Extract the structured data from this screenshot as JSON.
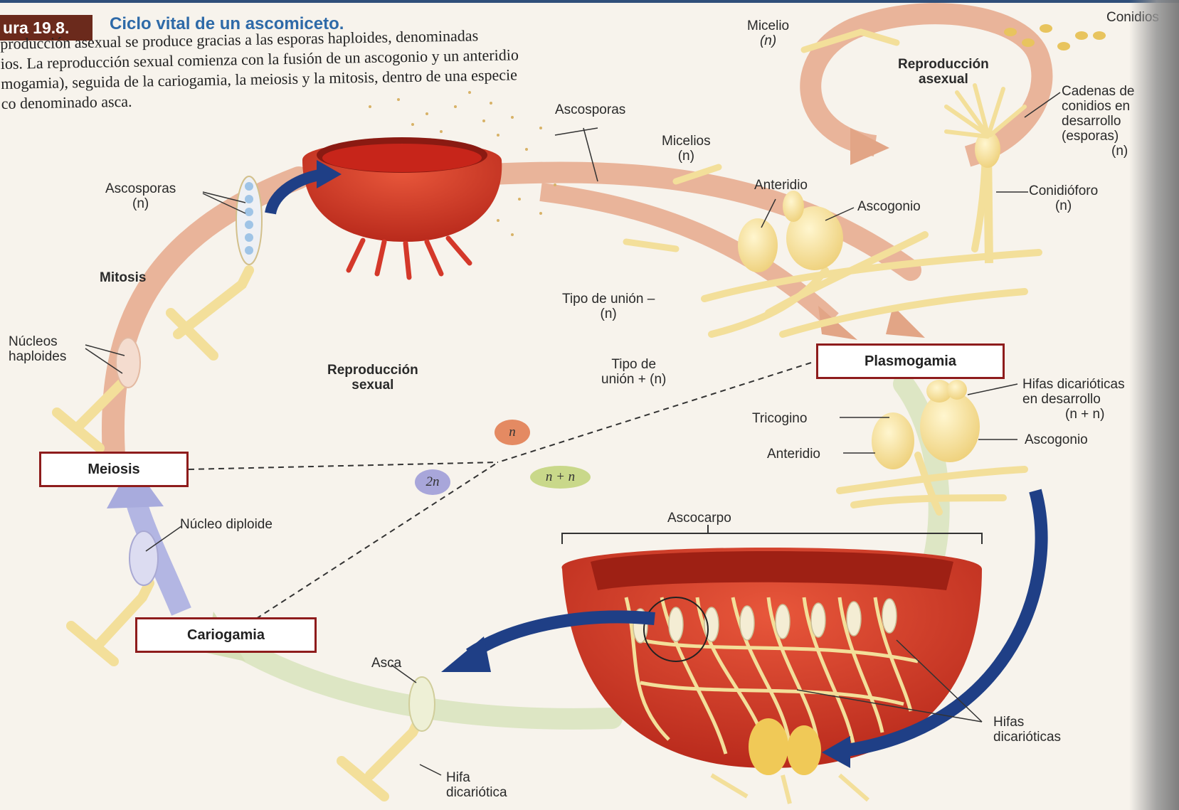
{
  "figure": {
    "badge": "ura 19.8.",
    "title": "Ciclo vital de un ascomiceto.",
    "caption_lines": [
      "producción asexual se produce gracias a las esporas haploides, denominadas",
      "ios. La reproducción sexual comienza con la fusión de un ascogonio y un anteridio",
      "mogamia), seguida de la cariogamia, la meiosis y la mitosis, dentro de una especie",
      "co denominado asca."
    ]
  },
  "labels": {
    "conidios": "Conidios",
    "micelio": [
      "Micelio",
      "(n)"
    ],
    "reproduccion_asexual": [
      "Reproducción",
      "asexual"
    ],
    "cadenas_conidios": [
      "Cadenas de",
      "conidios en",
      "desarrollo",
      "(esporas)",
      "(n)"
    ],
    "ascosporas_top": "Ascosporas",
    "micelios": [
      "Micelios",
      "(n)"
    ],
    "anteridio_top": "Anteridio",
    "ascogonio_top": "Ascogonio",
    "conidioforo": [
      "Conidióforo",
      "(n)"
    ],
    "ascosporas_left": [
      "Ascosporas",
      "(n)"
    ],
    "mitosis": "Mitosis",
    "nucleos_haploides": [
      "Núcleos",
      "haploides"
    ],
    "tipo_union_minus": [
      "Tipo de unión –",
      "(n)"
    ],
    "tipo_union_plus": [
      "Tipo de",
      "unión + (n)"
    ],
    "reproduccion_sexual": [
      "Reproducción",
      "sexual"
    ],
    "hifas_dicarioticas_dev": [
      "Hifas dicarióticas",
      "en desarrollo",
      "(n + n)"
    ],
    "tricogino": "Tricogino",
    "ascogonio_right": "Ascogonio",
    "anteridio_right": "Anteridio",
    "nucleo_diploide": "Núcleo diploide",
    "ascocarpo": "Ascocarpo",
    "asca": "Asca",
    "hifa_dicariotica": [
      "Hifa",
      "dicariótica"
    ],
    "hifas_dicarioticas": [
      "Hifas",
      "dicarióticas"
    ]
  },
  "stages": {
    "plasmogamia": "Plasmogamia",
    "meiosis": "Meiosis",
    "cariogamia": "Cariogamia"
  },
  "legend": {
    "haploid": "n",
    "diploid": "2n",
    "dikaryon": "n + n",
    "haploid_color": "#e48a62",
    "diploid_color": "#a8a6da",
    "dikaryon_color": "#c9d88a"
  },
  "colors": {
    "haploid_path": "#e9b49a",
    "dikaryon_path": "#dde6c4",
    "diploid_path": "#b3b6e3",
    "stage_border": "#8e1c1c",
    "blue_arrow": "#1f3f86",
    "title_blue": "#2e6aa8",
    "fruiting_body": "#d4382a",
    "hyphae": "#f3df9a"
  }
}
